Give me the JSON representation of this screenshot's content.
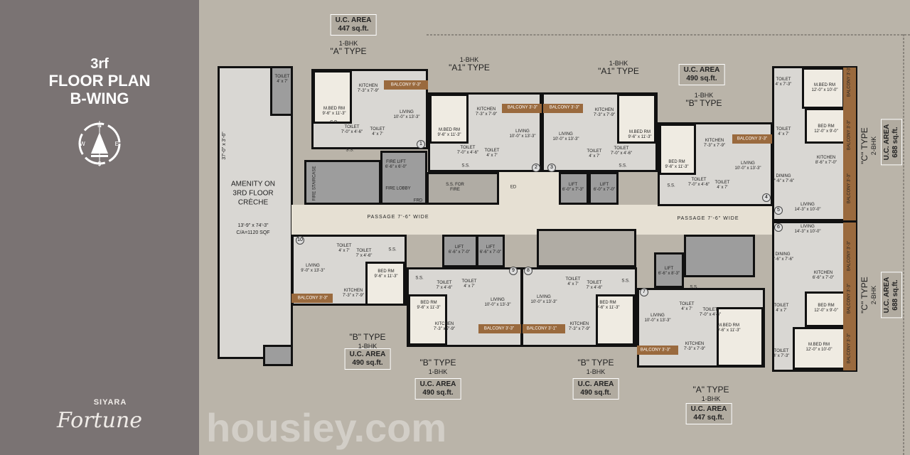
{
  "title": {
    "line1": "3rf",
    "line2": "FLOOR PLAN",
    "line3": "B-WING"
  },
  "compass": {
    "n": "N",
    "e": "E",
    "s": "S",
    "w": "W",
    "icon": "compass-icon"
  },
  "logo": {
    "brand": "SIYARA",
    "name": "Fortune"
  },
  "watermark": "housiey.com",
  "amenity": {
    "l1": "AMENITY ON",
    "l2": "3RD FLOOR",
    "l3": "CRÈCHE",
    "size": "13'-9\" x 74'-3\"",
    "ca": "C/A=1120 SQF",
    "dim": "37'-0\" x 3'-6\""
  },
  "passage": "PASSAGE  7'-6\"  WIDE",
  "area_boxes": [
    {
      "label": "U.C. AREA",
      "value": "447 sq.ft."
    },
    {
      "label": "U.C. AREA",
      "value": "490 sq.ft."
    },
    {
      "label": "U.C. AREA",
      "value": "688 sq.ft."
    },
    {
      "label": "U.C. AREA",
      "value": "490 sq.ft."
    },
    {
      "label": "U.C. AREA",
      "value": "490 sq.ft."
    },
    {
      "label": "U.C. AREA",
      "value": "490 sq.ft."
    },
    {
      "label": "U.C. AREA",
      "value": "447 sq.ft."
    },
    {
      "label": "U.C. AREA",
      "value": "688 sq.ft."
    }
  ],
  "unit_types": [
    {
      "bhk": "1-BHK",
      "type": "\"A\" TYPE"
    },
    {
      "bhk": "1-BHK",
      "type": "\"A1\" TYPE"
    },
    {
      "bhk": "1-BHK",
      "type": "\"A1\" TYPE"
    },
    {
      "bhk": "1-BHK",
      "type": "\"B\" TYPE"
    },
    {
      "bhk": "2-BHK",
      "type": "\"C\" TYPE"
    },
    {
      "bhk": "1-BHK",
      "type": "\"B\" TYPE"
    },
    {
      "bhk": "1-BHK",
      "type": "\"B\" TYPE"
    },
    {
      "bhk": "1-BHK",
      "type": "\"B\" TYPE"
    },
    {
      "bhk": "1-BHK",
      "type": "\"A\" TYPE"
    },
    {
      "bhk": "2-BHK",
      "type": "\"C\" TYPE"
    }
  ],
  "unit_numbers": [
    "1",
    "2",
    "3",
    "4",
    "5",
    "6",
    "7",
    "8",
    "9",
    "10"
  ],
  "rooms": [
    {
      "n": "TOILET",
      "s": "4' x 7'"
    },
    {
      "n": "M.BED RM",
      "s": "9'-6\" x 11'-3\""
    },
    {
      "n": "KITCHEN",
      "s": "7'-3\" x 7'-9\""
    },
    {
      "n": "BALCONY 9'-3\"",
      "s": ""
    },
    {
      "n": "LIVING",
      "s": "10'-0\" x 13'-3\""
    },
    {
      "n": "TOILET",
      "s": "7'-0\" x 4'-6\""
    },
    {
      "n": "TOILET",
      "s": "4' x 7'"
    },
    {
      "n": "S.S.",
      "s": ""
    },
    {
      "n": "C.B.",
      "s": ""
    },
    {
      "n": "FIRE LIFT",
      "s": "6'-6\" x 6'-0\""
    },
    {
      "n": "FIRE LOBBY",
      "s": ""
    },
    {
      "n": "FRD",
      "s": ""
    },
    {
      "n": "FIRE STAIRCASE",
      "s": ""
    },
    {
      "n": "M.BED RM",
      "s": "9'-6\" x 11'-3\""
    },
    {
      "n": "KITCHEN",
      "s": "7'-3\" x 7'-9\""
    },
    {
      "n": "BALCONY 3'-3\"",
      "s": ""
    },
    {
      "n": "LIVING",
      "s": "10'-0\" x 13'-3\""
    },
    {
      "n": "TOILET",
      "s": "7'-0\" x 4'-6\""
    },
    {
      "n": "TOILET",
      "s": "4' x 7'"
    },
    {
      "n": "S.S.",
      "s": ""
    },
    {
      "n": "S.S. FOR",
      "s": "FIRE"
    },
    {
      "n": "ED",
      "s": ""
    },
    {
      "n": "BALCONY 3'-3\"",
      "s": ""
    },
    {
      "n": "LIVING",
      "s": "10'-0\" x 13'-3\""
    },
    {
      "n": "KITCHEN",
      "s": "7'-3\" x 7'-9\""
    },
    {
      "n": "M.BED RM",
      "s": "9'-6\" x 11'-3\""
    },
    {
      "n": "TOILET",
      "s": "7'-0\" x 4'-6\""
    },
    {
      "n": "TOILET",
      "s": "4' x 7'"
    },
    {
      "n": "S.S.",
      "s": ""
    },
    {
      "n": "LIFT",
      "s": "6'-0\" x 7'-3\""
    },
    {
      "n": "LIFT",
      "s": "6'-0\" x 7'-0\""
    },
    {
      "n": "BED RM",
      "s": "9'-6\" x 11'-3\""
    },
    {
      "n": "KITCHEN",
      "s": "7'-3\" x 7'-9\""
    },
    {
      "n": "BALCONY 3'-3\"",
      "s": ""
    },
    {
      "n": "LIVING",
      "s": "10'-0\" x 13'-3\""
    },
    {
      "n": "TOILET",
      "s": "7'-0\" x 4'-6\""
    },
    {
      "n": "TOILET",
      "s": "4' x 7'"
    },
    {
      "n": "S.S.",
      "s": ""
    },
    {
      "n": "TOILET",
      "s": "4' x 7'-3\""
    },
    {
      "n": "M.BED RM",
      "s": "12'-0\" x 10'-0\""
    },
    {
      "n": "BED RM",
      "s": "12'-0\" x 9'-0\""
    },
    {
      "n": "TOILET",
      "s": "4' x 7'"
    },
    {
      "n": "KITCHEN",
      "s": "8'-6\" x 7'-0\""
    },
    {
      "n": "DINING",
      "s": "7'-6\" x 7'-6\""
    },
    {
      "n": "LIVING",
      "s": "14'-3\" x 10'-0\""
    },
    {
      "n": "LIVING",
      "s": "14'-3\" x 10'-0\""
    },
    {
      "n": "DINING",
      "s": "7'-6\" x 7'-6\""
    },
    {
      "n": "KITCHEN",
      "s": "6'-6\" x 7'-0\""
    },
    {
      "n": "BED RM",
      "s": "12'-0\" x 9'-0\""
    },
    {
      "n": "TOILET",
      "s": "4' x 7'"
    },
    {
      "n": "M.BED RM",
      "s": "12'-0\" x 10'-0\""
    },
    {
      "n": "TOILET",
      "s": "4' x 7'-3\""
    },
    {
      "n": "LIVING",
      "s": "9'-0\" x 13'-3\""
    },
    {
      "n": "TOILET",
      "s": "4' x 7'"
    },
    {
      "n": "TOILET",
      "s": "7' x 4'-6\""
    },
    {
      "n": "S.S.",
      "s": ""
    },
    {
      "n": "BED RM",
      "s": "9'-6\" x 11'-3\""
    },
    {
      "n": "KITCHEN",
      "s": "7'-3\" x 7'-9\""
    },
    {
      "n": "BALCONY 3'-3\"",
      "s": ""
    },
    {
      "n": "LIFT",
      "s": "6'-6\" x 7'-0\""
    },
    {
      "n": "LIFT",
      "s": "6'-6\" x 7'-0\""
    },
    {
      "n": "S.S.",
      "s": ""
    },
    {
      "n": "TOILET",
      "s": "7' x 4'-6\""
    },
    {
      "n": "TOILET",
      "s": "4' x 7'"
    },
    {
      "n": "BED RM",
      "s": "9'-6\" x 11'-3\""
    },
    {
      "n": "LIVING",
      "s": "10'-0\" x 13'-3\""
    },
    {
      "n": "KITCHEN",
      "s": "7'-3\" x 7'-9\""
    },
    {
      "n": "BALCONY 3'-3\"",
      "s": ""
    },
    {
      "n": "LIVING",
      "s": "10'-0\" x 13'-3\""
    },
    {
      "n": "BALCONY 3'-1\"",
      "s": ""
    },
    {
      "n": "TOILET",
      "s": "4' x 7'"
    },
    {
      "n": "TOILET",
      "s": "7' x 4'-6\""
    },
    {
      "n": "S.S.",
      "s": ""
    },
    {
      "n": "BED RM",
      "s": "9'-6\" x 11'-3\""
    },
    {
      "n": "KITCHEN",
      "s": "7'-3\" x 7'-9\""
    },
    {
      "n": "LIFT",
      "s": "6'-6\" x 8'-3\""
    },
    {
      "n": "S.S.",
      "s": ""
    },
    {
      "n": "LIVING",
      "s": "10'-0\" x 13'-3\""
    },
    {
      "n": "TOILET",
      "s": "4' x 7'"
    },
    {
      "n": "TOILET",
      "s": "7'-0\" x 4'-6\""
    },
    {
      "n": "M.BED RM",
      "s": "9'-6\" x 11'-3\""
    },
    {
      "n": "KITCHEN",
      "s": "7'-3\" x 7'-9\""
    },
    {
      "n": "BALCONY 3'-3\"",
      "s": ""
    },
    {
      "n": "BALCONY 3'-3\"",
      "s": ""
    },
    {
      "n": "BALCONY 3'-3\"",
      "s": ""
    },
    {
      "n": "BALCONY 3'-3\"",
      "s": ""
    },
    {
      "n": "BALCONY 3'-3\"",
      "s": ""
    },
    {
      "n": "BALCONY 3'-3\"",
      "s": ""
    },
    {
      "n": "BALCONY 3'-3\"",
      "s": ""
    }
  ],
  "colors": {
    "panel": "#7a7373",
    "background": "#bab4a9",
    "wall": "#111111",
    "passage": "#e6e0d3"
  }
}
